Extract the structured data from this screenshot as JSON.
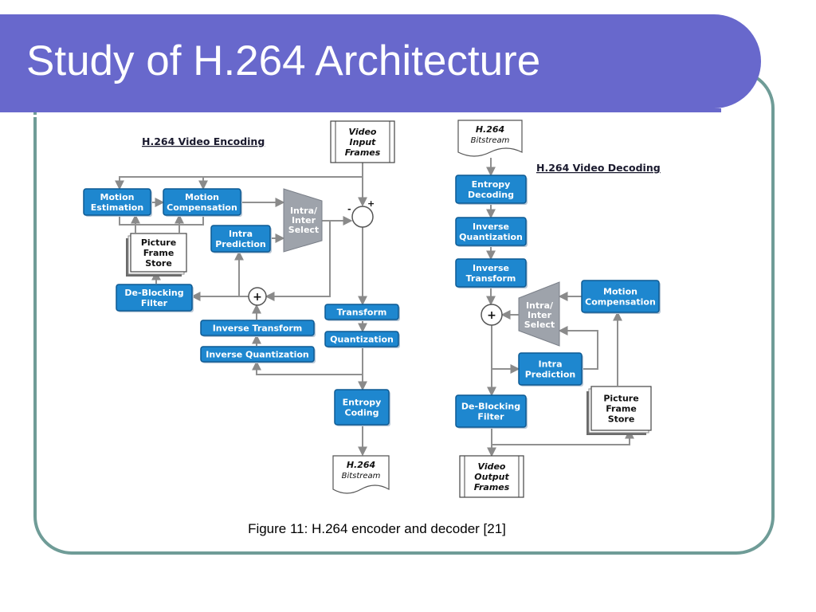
{
  "slide": {
    "title": "Study of H.264 Architecture",
    "caption": "Figure 11: H.264 encoder and decoder [21]"
  },
  "encoder": {
    "heading": "H.264 Video Encoding",
    "video_input": [
      "Video",
      "Input",
      "Frames"
    ],
    "motion_estimation": [
      "Motion",
      "Estimation"
    ],
    "motion_compensation": [
      "Motion",
      "Compensation"
    ],
    "intra_inter_select": [
      "Intra/",
      "Inter",
      "Select"
    ],
    "picture_frame_store": [
      "Picture",
      "Frame",
      "Store"
    ],
    "intra_prediction": [
      "Intra",
      "Prediction"
    ],
    "deblocking_filter": [
      "De-Blocking",
      "Filter"
    ],
    "inverse_transform": "Inverse Transform",
    "inverse_quantization": "Inverse Quantization",
    "transform": "Transform",
    "quantization": "Quantization",
    "entropy_coding": [
      "Entropy",
      "Coding"
    ],
    "bitstream": [
      "H.264",
      "Bitstream"
    ],
    "sum_plus": "+",
    "diff_minus": "-",
    "diff_plus": "+"
  },
  "decoder": {
    "heading": "H.264 Video Decoding",
    "bitstream": [
      "H.264",
      "Bitstream"
    ],
    "entropy_decoding": [
      "Entropy",
      "Decoding"
    ],
    "inverse_quantization": [
      "Inverse",
      "Quantization"
    ],
    "inverse_transform": [
      "Inverse",
      "Transform"
    ],
    "intra_inter_select": [
      "Intra/",
      "Inter",
      "Select"
    ],
    "motion_compensation": [
      "Motion",
      "Compensation"
    ],
    "intra_prediction": [
      "Intra",
      "Prediction"
    ],
    "deblocking_filter": [
      "De-Blocking",
      "Filter"
    ],
    "picture_frame_store": [
      "Picture",
      "Frame",
      "Store"
    ],
    "video_output": [
      "Video",
      "Output",
      "Frames"
    ],
    "sum_plus": "+"
  },
  "colors": {
    "title_bar": "#6868cc",
    "frame_border": "#6f9c97",
    "block_fill": "#1e87cf",
    "mux_fill": "#9ea3ab",
    "connector": "#909090"
  }
}
